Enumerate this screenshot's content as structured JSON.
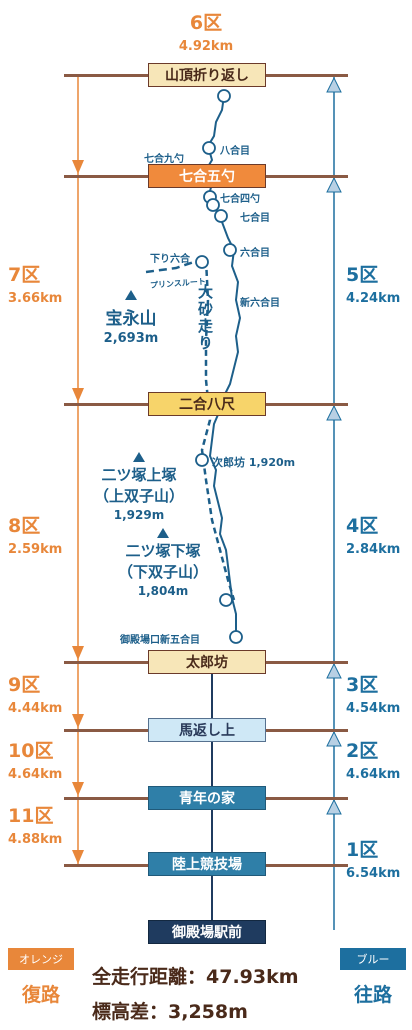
{
  "top": {
    "section": "6区",
    "distance": "4.92km"
  },
  "stations": [
    {
      "id": "summit",
      "label": "山頂折り返し"
    },
    {
      "id": "7go5shaku",
      "label": "七合五勺"
    },
    {
      "id": "2go8shaku",
      "label": "二合八尺"
    },
    {
      "id": "tarobo",
      "label": "太郎坊"
    },
    {
      "id": "umagaeshi",
      "label": "馬返し上"
    },
    {
      "id": "aonoie",
      "label": "青年の家"
    },
    {
      "id": "stadium",
      "label": "陸上競技場"
    },
    {
      "id": "station",
      "label": "御殿場駅前"
    }
  ],
  "return_sections": [
    {
      "name": "7区",
      "distance": "3.66km"
    },
    {
      "name": "8区",
      "distance": "2.59km"
    },
    {
      "name": "9区",
      "distance": "4.44km"
    },
    {
      "name": "10区",
      "distance": "4.64km"
    },
    {
      "name": "11区",
      "distance": "4.88km"
    }
  ],
  "outbound_sections": [
    {
      "name": "5区",
      "distance": "4.24km"
    },
    {
      "name": "4区",
      "distance": "2.84km"
    },
    {
      "name": "3区",
      "distance": "4.54km"
    },
    {
      "name": "2区",
      "distance": "4.64km"
    },
    {
      "name": "1区",
      "distance": "6.54km"
    }
  ],
  "route_labels": {
    "hachigome": "八合目",
    "shichigo_kyushaku": "七合九勺",
    "shichigo_yonshaku": "七合四勺",
    "shichigome": "七合目",
    "kudari_rokugo": "下り六合",
    "rokugome": "六合目",
    "shin_rokugome": "新六合目",
    "prince_route": "プリンスルート",
    "osunabashiri": "大砂走り",
    "jirobo": "次郎坊 1,920m",
    "gotemba_5th": "御殿場口新五合目"
  },
  "peaks": [
    {
      "name": "宝永山",
      "elevation": "2,693m"
    },
    {
      "name": "二ツ塚上塚",
      "alt": "（上双子山）",
      "elevation": "1,929m"
    },
    {
      "name": "二ツ塚下塚",
      "alt": "（下双子山）",
      "elevation": "1,804m"
    }
  ],
  "legend": {
    "orange_tag": "オレンジ",
    "orange_dir": "復路",
    "blue_tag": "ブルー",
    "blue_dir": "往路",
    "total": "全走行距離：47.93km",
    "elevation_diff": "標高差：3,258m"
  },
  "colors": {
    "orange": "#e8873a",
    "blue": "#1d6f9f",
    "brown": "#8a5a44"
  }
}
